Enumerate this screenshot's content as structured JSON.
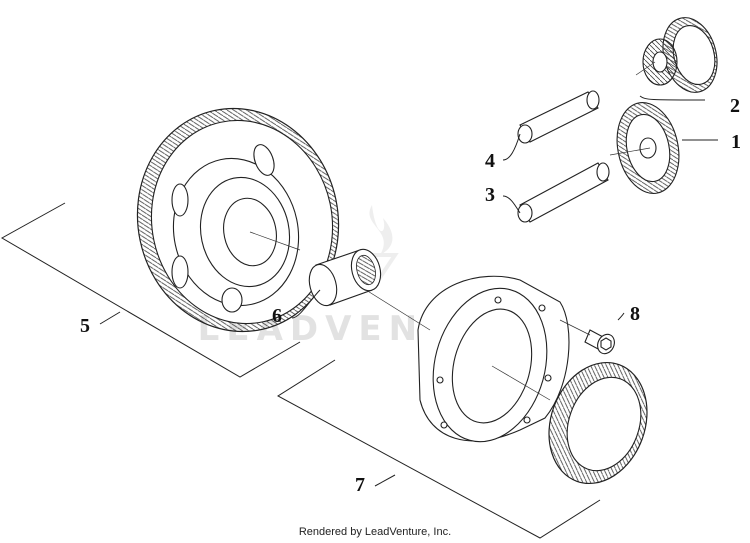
{
  "watermark": {
    "text": "LEADVENTURE"
  },
  "footer": {
    "text": "Rendered by LeadVenture, Inc."
  },
  "callouts": [
    {
      "id": "1",
      "label": "1"
    },
    {
      "id": "2",
      "label": "2"
    },
    {
      "id": "3",
      "label": "3"
    },
    {
      "id": "4",
      "label": "4"
    },
    {
      "id": "5",
      "label": "5"
    },
    {
      "id": "6",
      "label": "6"
    },
    {
      "id": "7",
      "label": "7"
    },
    {
      "id": "8",
      "label": "8"
    }
  ]
}
